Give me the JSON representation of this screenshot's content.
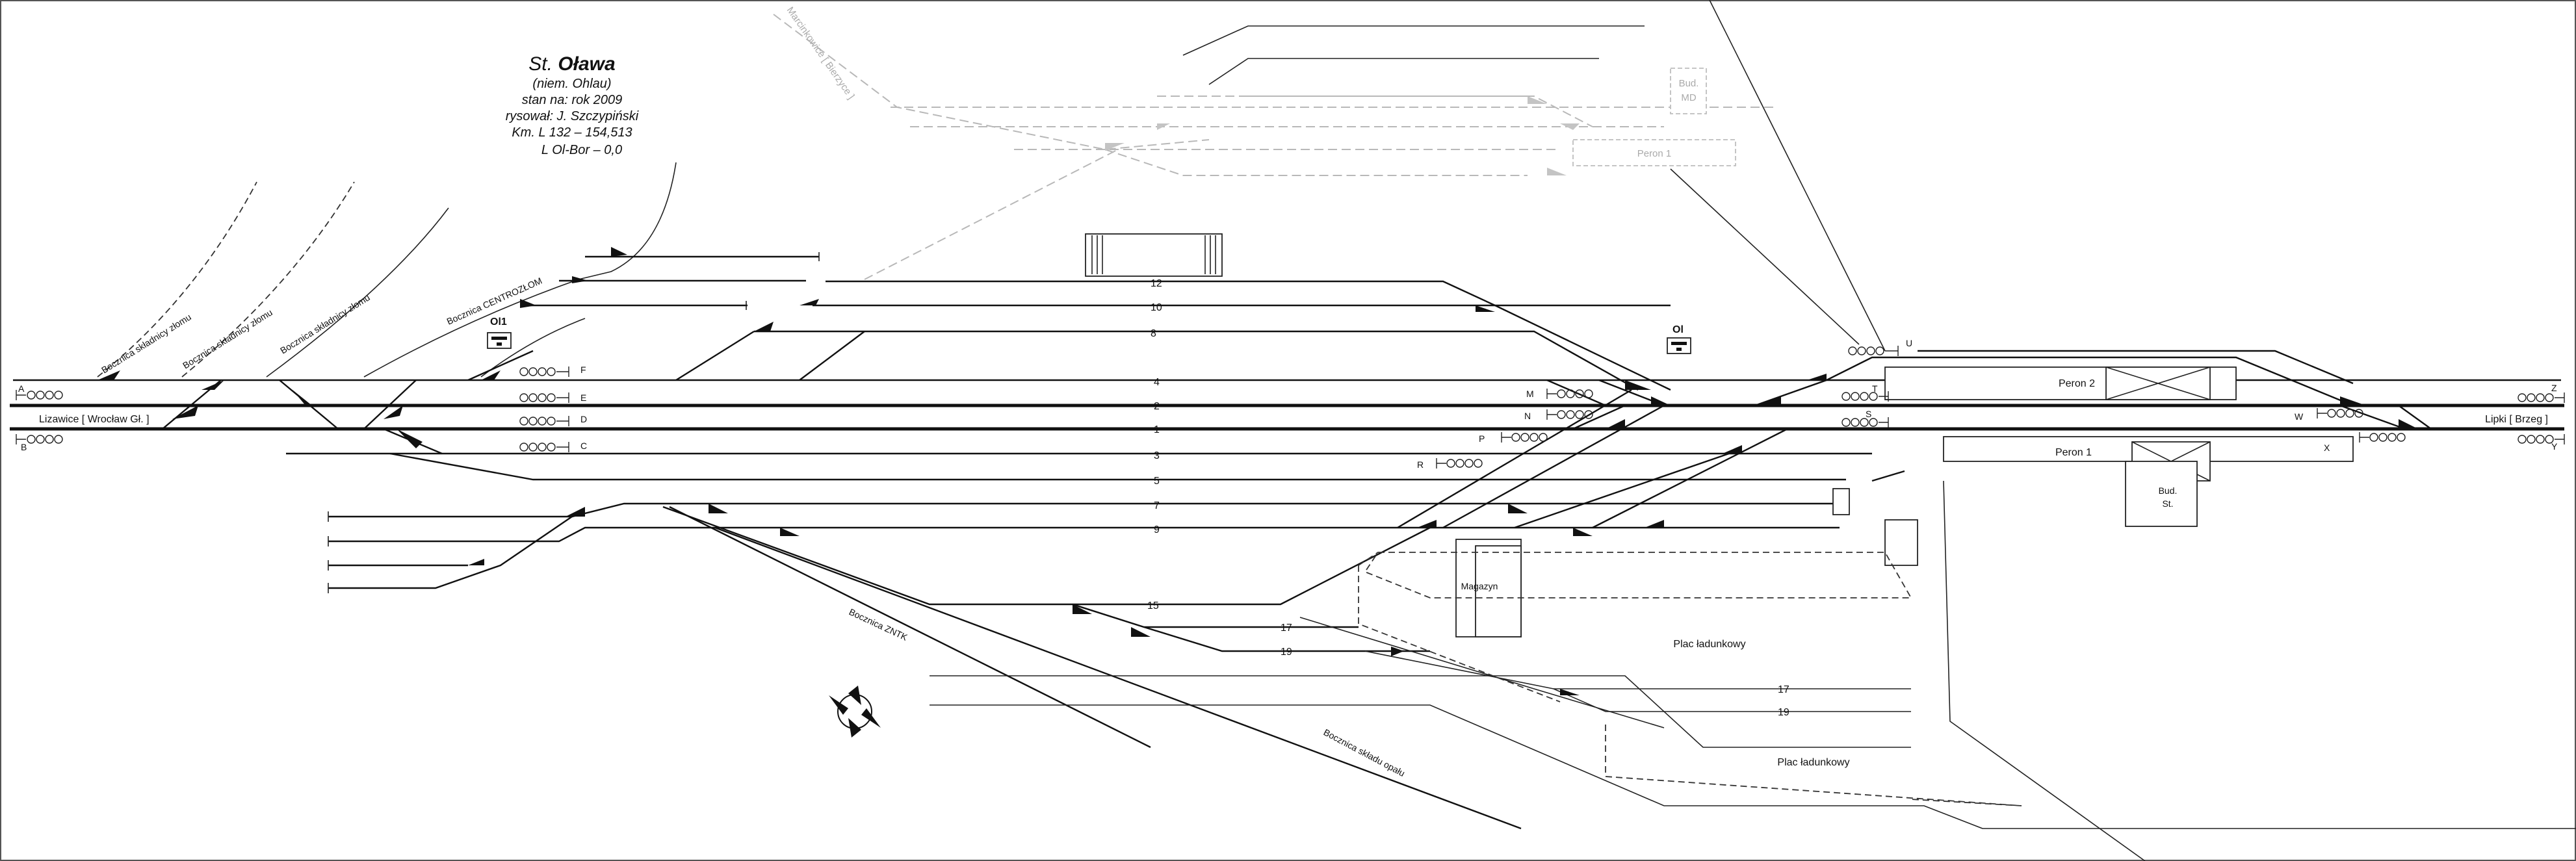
{
  "title": {
    "prefix": "St.",
    "name": "Oława",
    "lines": [
      "(niem. Ohlau)",
      "stan na: rok 2009",
      "rysował: J. Szczypiński",
      "Km. L 132 – 154,513",
      "L Ol-Bor – 0,0"
    ]
  },
  "stations": {
    "west": "Lizawice [ Wrocław Gł. ]",
    "east": "Lipki [ Brzeg ]"
  },
  "tracks": [
    "12",
    "10",
    "8",
    "4",
    "2",
    "1",
    "3",
    "5",
    "7",
    "9",
    "15",
    "17",
    "19",
    "17",
    "19"
  ],
  "sidings": {
    "zlom1": "Bocznica składnicy złomu",
    "zlom2": "Bocznica składnicy złomu",
    "zlom3": "Bocznica składnicy złomu",
    "centrozlom": "Bocznica CENTROZŁOM",
    "zntk": "Bocznica ZNTK",
    "opal": "Bocznica składu opału",
    "marcinkow": "Marcinkowice [ Bierzyce ]"
  },
  "signal_boxes": [
    "Ol1",
    "Ol"
  ],
  "signals": [
    "A",
    "B",
    "F",
    "E",
    "D",
    "C",
    "M",
    "N",
    "P",
    "R",
    "U",
    "T",
    "S",
    "W",
    "X",
    "Z",
    "Y"
  ],
  "buildings": {
    "peron1_ghost": "Peron 1",
    "peron2": "Peron 2",
    "peron1": "Peron 1",
    "bud_md_1": "Bud.",
    "bud_md_2": "MD",
    "bud_st_1": "Bud.",
    "bud_st_2": "St.",
    "magazyn": "Magazyn",
    "plac1": "Plac ładunkowy",
    "plac2": "Plac ładunkowy"
  }
}
